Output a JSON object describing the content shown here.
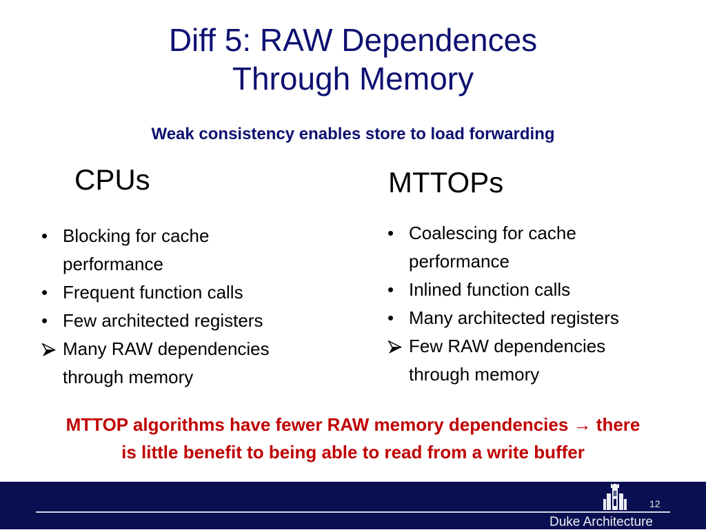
{
  "slide": {
    "title_line1": "Diff 5: RAW Dependences",
    "title_line2": "Through Memory",
    "subtitle": "Weak consistency enables store to load forwarding"
  },
  "left_column": {
    "heading": "CPUs",
    "items": [
      {
        "marker": "bullet",
        "text_line1": "Blocking for cache",
        "text_line2": "performance"
      },
      {
        "marker": "bullet",
        "text_line1": "Frequent function calls",
        "text_line2": ""
      },
      {
        "marker": "bullet",
        "text_line1": "Few architected registers",
        "text_line2": ""
      },
      {
        "marker": "arrow",
        "text_line1": "Many RAW dependencies",
        "text_line2": "through memory"
      }
    ]
  },
  "right_column": {
    "heading": "MTTOPs",
    "items": [
      {
        "marker": "bullet",
        "text_line1": "Coalescing for cache",
        "text_line2": "performance"
      },
      {
        "marker": "bullet",
        "text_line1": "Inlined function calls",
        "text_line2": ""
      },
      {
        "marker": "bullet",
        "text_line1": "Many architected registers",
        "text_line2": ""
      },
      {
        "marker": "arrow",
        "text_line1": "Few RAW dependencies",
        "text_line2": "through memory"
      }
    ]
  },
  "conclusion": {
    "line1_part1": "MTTOP algorithms have fewer RAW memory dependencies",
    "arrow": "→",
    "line1_part2": "there",
    "line2": "is little benefit to being able to read from a write buffer"
  },
  "footer": {
    "page_number": "12",
    "logo_text": "Duke Architecture",
    "logo_icon": "chapel-icon"
  },
  "colors": {
    "title": "#0d1070",
    "conclusion": "#c00000",
    "footer_bg": "#0a0f52"
  }
}
